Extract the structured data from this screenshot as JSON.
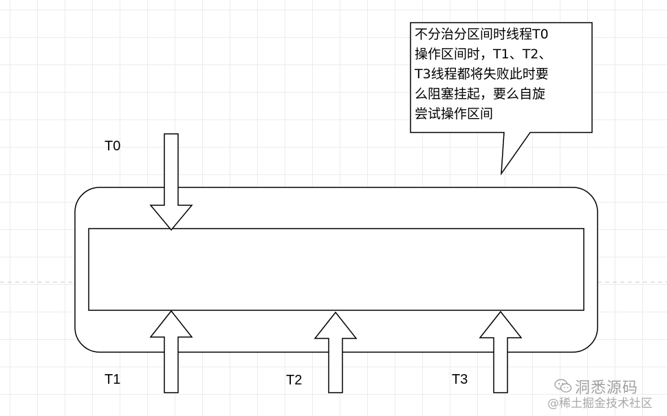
{
  "callout": {
    "lines": [
      "不分治分区间时线程T0",
      "操作区间时，T1、T2、",
      "T3线程都将失败此时要",
      "么阻塞挂起，要么自旋",
      "尝试操作区间"
    ]
  },
  "threads": {
    "t0": "T0",
    "t1": "T1",
    "t2": "T2",
    "t3": "T3"
  },
  "watermark": {
    "brand": "洞悉源码",
    "site": "@稀土掘金技术社区",
    "icon": "wechat-icon"
  },
  "colors": {
    "stroke": "#000000",
    "grid": "#ececec",
    "watermark": "#a0a0a0"
  }
}
